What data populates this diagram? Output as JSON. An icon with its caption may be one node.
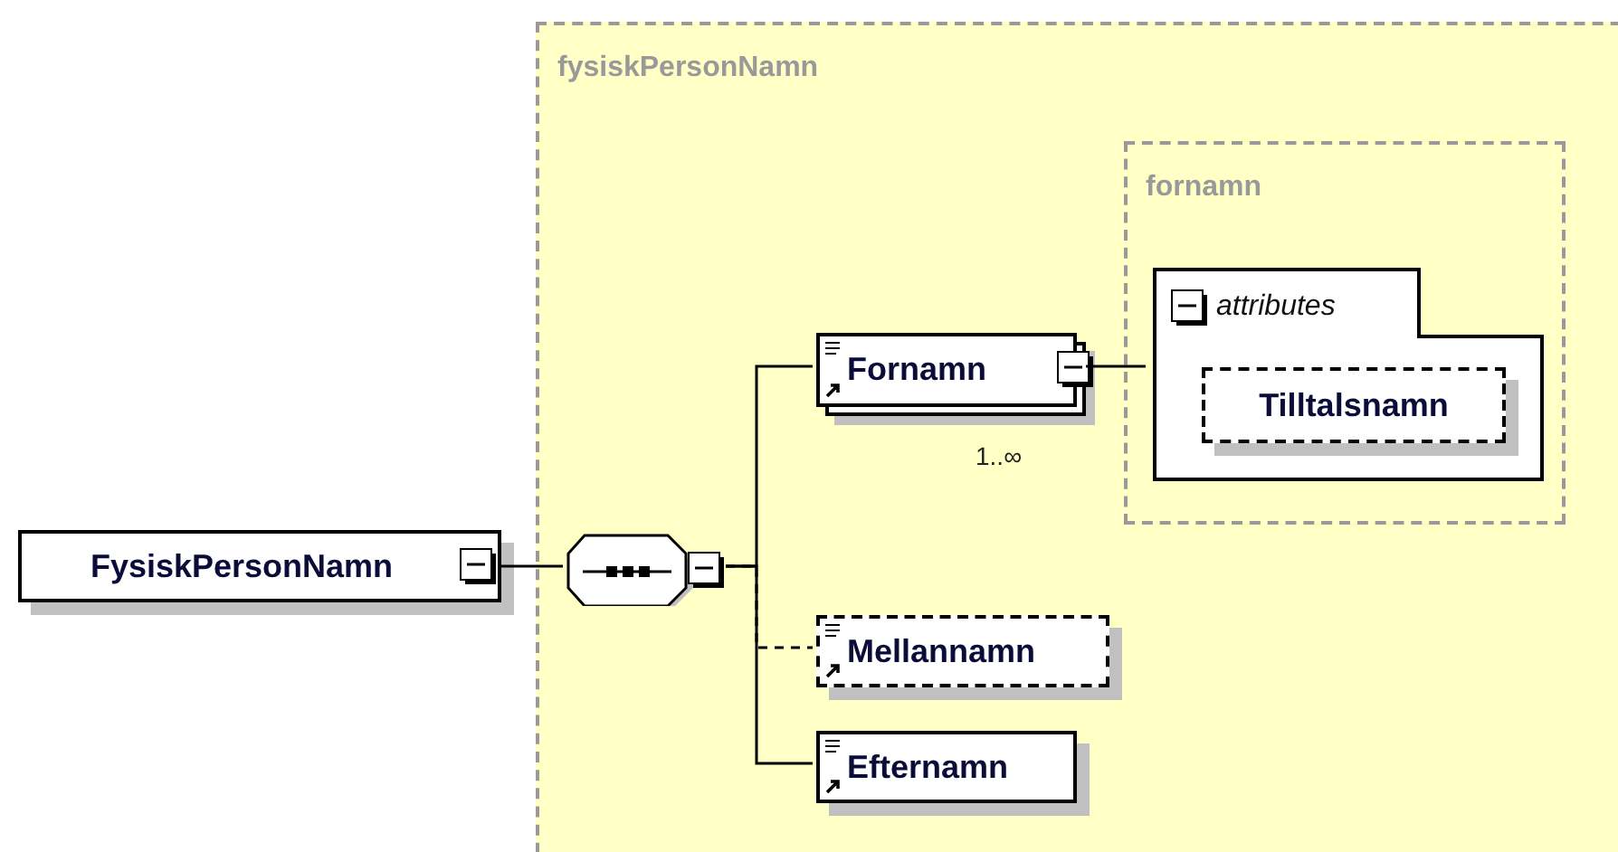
{
  "diagram": {
    "nodes": [
      {
        "text": [
          "FysiskPersonNamn"
        ]
      },
      {
        "text": [
          "fysiskPersonNamn"
        ]
      },
      {
        "text": [],
        "shape": "octagon",
        "in": 1
      },
      {
        "text": [
          "Fornamn"
        ],
        "in": 1,
        "beside": [
          "1..∞"
        ]
      },
      {
        "text": [
          "fornamn"
        ],
        "in": 1
      },
      {
        "text": [
          "attributes"
        ],
        "in": 4
      },
      {
        "text": [
          "Tilltalsnamn"
        ],
        "in": 5
      },
      {
        "text": [
          "Mellannamn"
        ],
        "in": 1
      },
      {
        "text": [
          "Efternamn"
        ],
        "in": 1
      }
    ],
    "edges": [
      {
        "from": 0,
        "to": 2,
        "arrow": "none"
      },
      {
        "from": 2,
        "to": 3,
        "arrow": "none"
      },
      {
        "from": 2,
        "to": 7,
        "arrow": "none",
        "style": "dashed"
      },
      {
        "from": 2,
        "to": 8,
        "arrow": "none"
      },
      {
        "from": 3,
        "to": 5,
        "arrow": "none"
      }
    ]
  }
}
